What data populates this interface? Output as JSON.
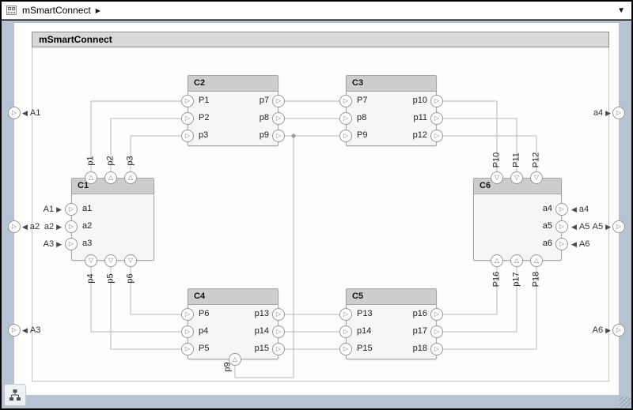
{
  "window": {
    "breadcrumb": {
      "model_name": "mSmartConnect"
    }
  },
  "icons": {
    "port_right": "▷",
    "port_up": "△",
    "port_down": "▽",
    "tag_arrow_left": "◀",
    "tag_arrow_right": "▶",
    "breadcrumb_chevron": "▶",
    "dropdown_arrow": "▼"
  },
  "diagram": {
    "title": "mSmartConnect",
    "components": {
      "c1": {
        "name": "C1",
        "top_ports": [
          "p1",
          "p2",
          "p3"
        ],
        "left_ports": [
          "a1",
          "a2",
          "a3"
        ],
        "bottom_ports": [
          "p4",
          "p5",
          "p6"
        ],
        "left_tags": [
          "A1",
          "a2",
          "A3"
        ]
      },
      "c2": {
        "name": "C2",
        "left_ports": [
          "P1",
          "P2",
          "p3"
        ],
        "right_ports": [
          "p7",
          "p8",
          "p9"
        ]
      },
      "c3": {
        "name": "C3",
        "left_ports": [
          "P7",
          "p8",
          "P9"
        ],
        "right_ports": [
          "p10",
          "p11",
          "p12"
        ]
      },
      "c4": {
        "name": "C4",
        "left_ports": [
          "P6",
          "p4",
          "P5"
        ],
        "right_ports": [
          "p13",
          "p14",
          "p15"
        ],
        "bottom_ports": [
          "p9"
        ]
      },
      "c5": {
        "name": "C5",
        "left_ports": [
          "P13",
          "p14",
          "P15"
        ],
        "right_ports": [
          "p16",
          "p17",
          "p18"
        ]
      },
      "c6": {
        "name": "C6",
        "top_ports": [
          "P10",
          "P11",
          "P12"
        ],
        "right_ports": [
          "a4",
          "a5",
          "a6"
        ],
        "bottom_ports": [
          "P16",
          "p17",
          "P18"
        ],
        "right_tags": [
          "a4",
          "A5",
          "A6"
        ]
      }
    },
    "boundary_ports": {
      "left": [
        "A1",
        "a2",
        "A3"
      ],
      "right": [
        "a4",
        "A5",
        "A6"
      ]
    },
    "connections": [
      {
        "from": "A1",
        "to": "C1.a1"
      },
      {
        "from": "a2",
        "to": "C1.a2"
      },
      {
        "from": "A3",
        "to": "C1.a3"
      },
      {
        "from": "C1.p1",
        "to": "C2.P1"
      },
      {
        "from": "C1.p2",
        "to": "C2.P2"
      },
      {
        "from": "C1.p3",
        "to": "C2.p3"
      },
      {
        "from": "C1.p4",
        "to": "C4.p4"
      },
      {
        "from": "C1.p5",
        "to": "C4.P5"
      },
      {
        "from": "C1.p6",
        "to": "C4.P6"
      },
      {
        "from": "C2.p7",
        "to": "C3.P7"
      },
      {
        "from": "C2.p8",
        "to": "C3.p8"
      },
      {
        "from": "C2.p9",
        "to": "C3.P9"
      },
      {
        "from": "C2.p9",
        "to": "C4.p9"
      },
      {
        "from": "C3.p10",
        "to": "C6.P10"
      },
      {
        "from": "C3.p11",
        "to": "C6.P11"
      },
      {
        "from": "C3.p12",
        "to": "C6.P12"
      },
      {
        "from": "C4.p13",
        "to": "C5.P13"
      },
      {
        "from": "C4.p14",
        "to": "C5.p14"
      },
      {
        "from": "C4.p15",
        "to": "C5.P15"
      },
      {
        "from": "C5.p16",
        "to": "C6.P16"
      },
      {
        "from": "C5.p17",
        "to": "C6.p17"
      },
      {
        "from": "C5.p18",
        "to": "C6.P18"
      },
      {
        "from": "C6.a4",
        "to": "a4"
      },
      {
        "from": "C6.a5",
        "to": "A5"
      },
      {
        "from": "C6.a6",
        "to": "A6"
      }
    ],
    "colors": {
      "frame": "#b7c3d2",
      "component_header": "#cdcdcd",
      "component_body": "#f6f6f6",
      "diagram_header": "#d9d9d9",
      "connection_line": "#b9b9b9",
      "port_glyph": "#777777",
      "tag_arrow": "#4a4a4a"
    }
  }
}
